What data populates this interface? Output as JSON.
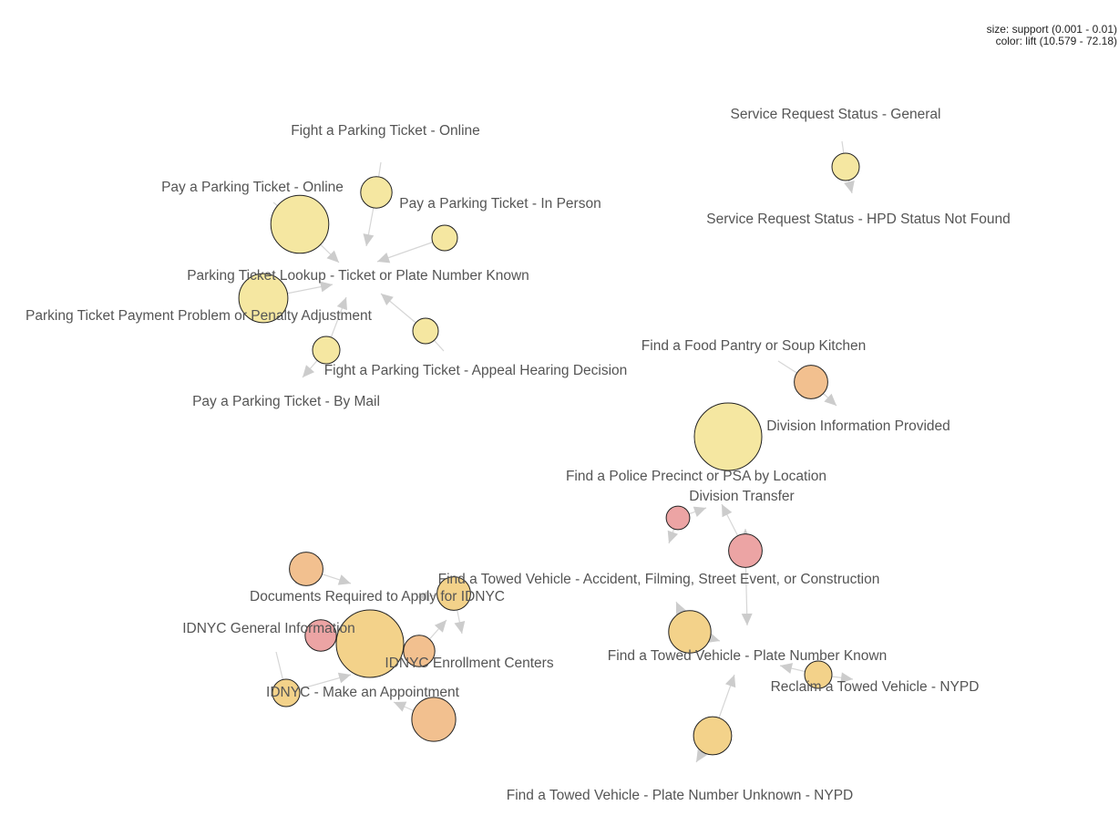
{
  "legend": {
    "size_line": "size: support (0.001 - 0.01)",
    "color_line": "color: lift (10.579 - 72.18)"
  },
  "colors": {
    "low_lift": "#f5e7a1",
    "mid_lift": "#f3d28a",
    "high_lift": "#f2c08f",
    "top_lift": "#eca4a4",
    "edge": "#d6d6d6",
    "label": "#555555"
  },
  "labels": [
    {
      "id": "l_fight_online",
      "text": "Fight a Parking Ticket - Online"
    },
    {
      "id": "l_pay_online",
      "text": "Pay a Parking Ticket - Online"
    },
    {
      "id": "l_pay_person",
      "text": "Pay a Parking Ticket - In Person"
    },
    {
      "id": "l_lookup",
      "text": "Parking Ticket Lookup - Ticket or Plate Number Known"
    },
    {
      "id": "l_payment_problem",
      "text": "Parking Ticket Payment Problem or Penalty Adjustment"
    },
    {
      "id": "l_appeal",
      "text": "Fight a Parking Ticket - Appeal Hearing Decision"
    },
    {
      "id": "l_by_mail",
      "text": "Pay a Parking Ticket - By Mail"
    },
    {
      "id": "l_sr_general",
      "text": "Service Request Status - General"
    },
    {
      "id": "l_sr_hpd",
      "text": "Service Request Status - HPD Status Not Found"
    },
    {
      "id": "l_food",
      "text": "Find a Food Pantry or Soup Kitchen"
    },
    {
      "id": "l_division_info",
      "text": "Division Information Provided"
    },
    {
      "id": "l_police",
      "text": "Find a Police Precinct or PSA by Location"
    },
    {
      "id": "l_division_transfer",
      "text": "Division Transfer"
    },
    {
      "id": "l_towed_accident",
      "text": "Find a Towed Vehicle - Accident, Filming, Street Event, or Construction"
    },
    {
      "id": "l_docs_idnyc",
      "text": "Documents Required to Apply for IDNYC"
    },
    {
      "id": "l_idnyc_general",
      "text": "IDNYC General Information"
    },
    {
      "id": "l_idnyc_centers",
      "text": "IDNYC Enrollment Centers"
    },
    {
      "id": "l_idnyc_appt",
      "text": "IDNYC - Make an Appointment"
    },
    {
      "id": "l_towed_plate",
      "text": "Find a Towed Vehicle - Plate Number Known"
    },
    {
      "id": "l_reclaim",
      "text": "Reclaim a Towed Vehicle - NYPD"
    },
    {
      "id": "l_towed_unknown",
      "text": "Find a Towed Vehicle - Plate Number Unknown - NYPD"
    }
  ],
  "rule_nodes": [
    {
      "id": "r1",
      "support": 0.0025,
      "lift": 12,
      "color_key": "low_lift"
    },
    {
      "id": "r2",
      "support": 0.0075,
      "lift": 11,
      "color_key": "low_lift"
    },
    {
      "id": "r3",
      "support": 0.0018,
      "lift": 12,
      "color_key": "low_lift"
    },
    {
      "id": "r4",
      "support": 0.0055,
      "lift": 12,
      "color_key": "low_lift"
    },
    {
      "id": "r5",
      "support": 0.0018,
      "lift": 12,
      "color_key": "low_lift"
    },
    {
      "id": "r6",
      "support": 0.002,
      "lift": 12,
      "color_key": "low_lift"
    },
    {
      "id": "r7",
      "support": 0.002,
      "lift": 14,
      "color_key": "low_lift"
    },
    {
      "id": "r8",
      "support": 0.0028,
      "lift": 40,
      "color_key": "high_lift"
    },
    {
      "id": "r9",
      "support": 0.01,
      "lift": 15,
      "color_key": "low_lift"
    },
    {
      "id": "r10",
      "support": 0.0016,
      "lift": 68,
      "color_key": "top_lift"
    },
    {
      "id": "r11",
      "support": 0.0028,
      "lift": 65,
      "color_key": "top_lift"
    },
    {
      "id": "r12",
      "support": 0.0028,
      "lift": 30,
      "color_key": "mid_lift"
    },
    {
      "id": "r13",
      "support": 0.0028,
      "lift": 40,
      "color_key": "high_lift"
    },
    {
      "id": "r14",
      "support": 0.0025,
      "lift": 60,
      "color_key": "top_lift"
    },
    {
      "id": "r15",
      "support": 0.01,
      "lift": 28,
      "color_key": "mid_lift"
    },
    {
      "id": "r16",
      "support": 0.0025,
      "lift": 40,
      "color_key": "high_lift"
    },
    {
      "id": "r17",
      "support": 0.002,
      "lift": 28,
      "color_key": "mid_lift"
    },
    {
      "id": "r18",
      "support": 0.0045,
      "lift": 40,
      "color_key": "high_lift"
    },
    {
      "id": "r19",
      "support": 0.0042,
      "lift": 28,
      "color_key": "mid_lift"
    },
    {
      "id": "r20",
      "support": 0.002,
      "lift": 28,
      "color_key": "mid_lift"
    },
    {
      "id": "r21",
      "support": 0.0035,
      "lift": 28,
      "color_key": "mid_lift"
    }
  ]
}
